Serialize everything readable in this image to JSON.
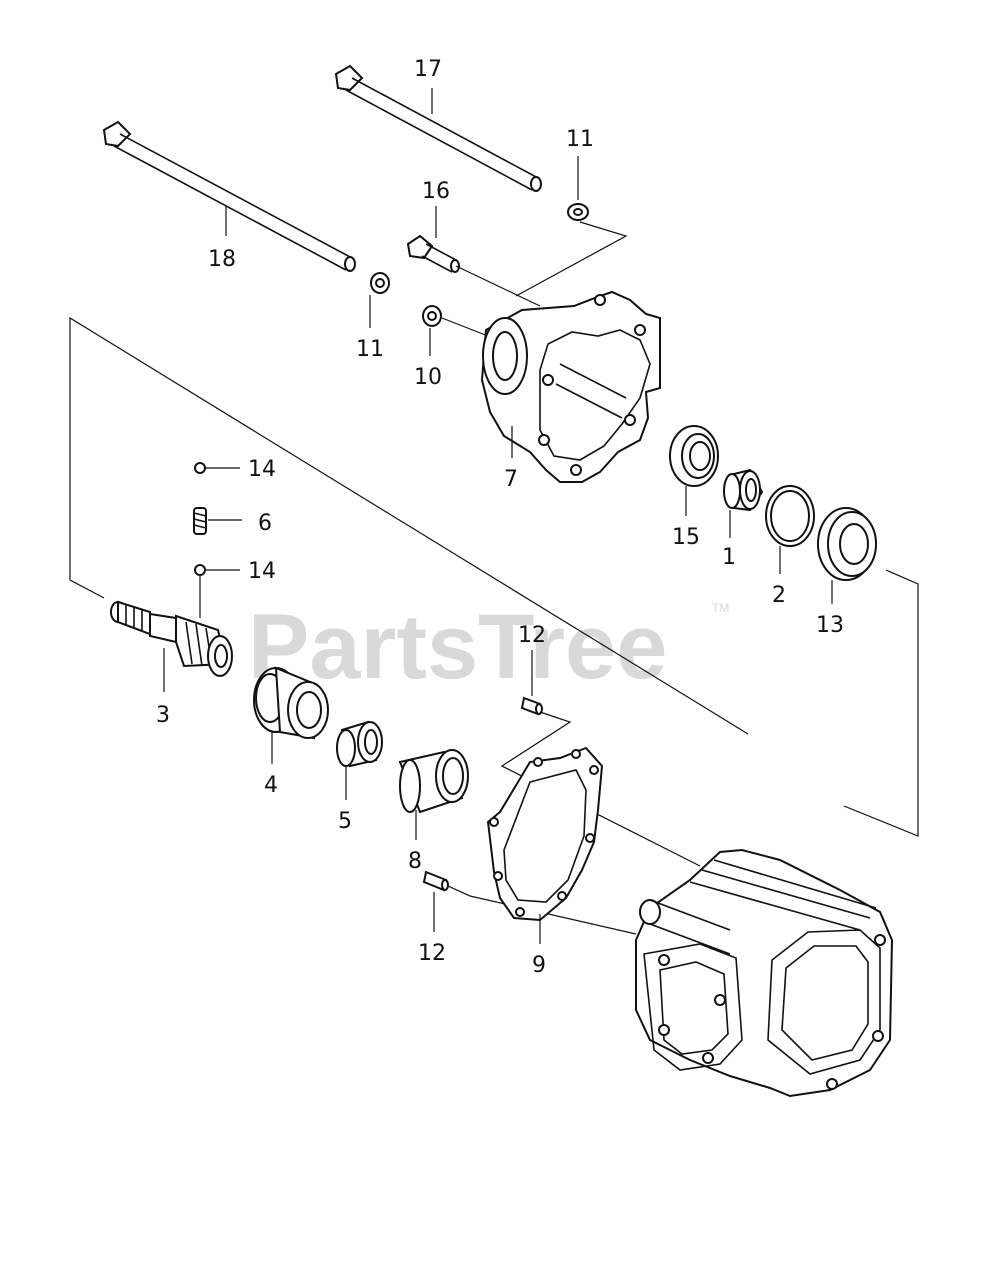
{
  "watermark": {
    "text": "PartsTree",
    "trademark": "TM"
  },
  "callouts": [
    {
      "id": "c17",
      "text": "17"
    },
    {
      "id": "c11a",
      "text": "11"
    },
    {
      "id": "c16",
      "text": "16"
    },
    {
      "id": "c18",
      "text": "18"
    },
    {
      "id": "c11b",
      "text": "11"
    },
    {
      "id": "c10",
      "text": "10"
    },
    {
      "id": "c7",
      "text": "7"
    },
    {
      "id": "c15",
      "text": "15"
    },
    {
      "id": "c1",
      "text": "1"
    },
    {
      "id": "c2",
      "text": "2"
    },
    {
      "id": "c13",
      "text": "13"
    },
    {
      "id": "c14a",
      "text": "14"
    },
    {
      "id": "c6",
      "text": "6"
    },
    {
      "id": "c14b",
      "text": "14"
    },
    {
      "id": "c3",
      "text": "3"
    },
    {
      "id": "c12a",
      "text": "12"
    },
    {
      "id": "c4",
      "text": "4"
    },
    {
      "id": "c5",
      "text": "5"
    },
    {
      "id": "c8",
      "text": "8"
    },
    {
      "id": "c12b",
      "text": "12"
    },
    {
      "id": "c9",
      "text": "9"
    }
  ]
}
